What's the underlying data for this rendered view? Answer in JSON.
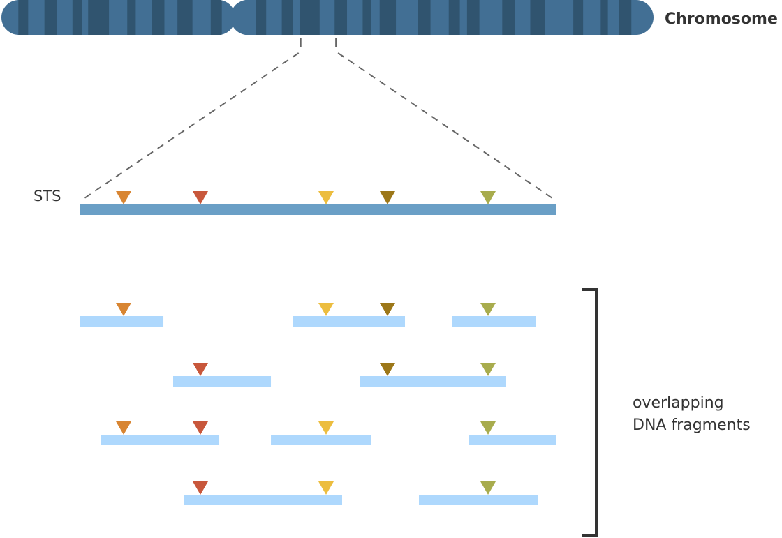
{
  "title": "STS mapping with overlapping DNA fragments",
  "labels": {
    "chromosome": "Chromosome",
    "sts": "STS",
    "fragments_line1": "overlapping",
    "fragments_line2": "DNA fragments"
  },
  "colors": {
    "chromosome_light": "#426f94",
    "chromosome_dark": "#30546f",
    "sts_bar": "#6a9fc6",
    "fragment": "#aed8fd",
    "dashed_line": "#666666",
    "bracket": "#333333",
    "text": "#333333"
  },
  "markers": [
    {
      "id": "m1",
      "name": "orange",
      "color": "#d88532",
      "position": 0.0924
    },
    {
      "id": "m2",
      "name": "red",
      "color": "#c8573b",
      "position": 0.2537
    },
    {
      "id": "m3",
      "name": "yellow",
      "color": "#ecbd3f",
      "position": 0.5176
    },
    {
      "id": "m4",
      "name": "brown",
      "color": "#9c7718",
      "position": 0.6466
    },
    {
      "id": "m5",
      "name": "olive",
      "color": "#a8ac4d",
      "position": 0.8578
    }
  ],
  "chromosome": {
    "centromere_fraction": 0.355,
    "zoom_region": [
      0.459,
      0.513
    ],
    "dark_bands": [
      [
        0.026,
        0.041
      ],
      [
        0.066,
        0.085
      ],
      [
        0.109,
        0.124
      ],
      [
        0.133,
        0.165
      ],
      [
        0.193,
        0.206
      ],
      [
        0.231,
        0.25
      ],
      [
        0.27,
        0.293
      ],
      [
        0.321,
        0.338
      ],
      [
        0.39,
        0.406
      ],
      [
        0.43,
        0.447
      ],
      [
        0.458,
        0.488
      ],
      [
        0.511,
        0.53
      ],
      [
        0.554,
        0.567
      ],
      [
        0.58,
        0.605
      ],
      [
        0.639,
        0.658
      ],
      [
        0.686,
        0.703
      ],
      [
        0.714,
        0.733
      ],
      [
        0.768,
        0.787
      ],
      [
        0.811,
        0.834
      ],
      [
        0.877,
        0.892
      ],
      [
        0.919,
        0.93
      ],
      [
        0.947,
        0.966
      ]
    ]
  },
  "fragments": [
    {
      "row": 1,
      "start": 0.0,
      "end": 0.176,
      "markers": [
        "m1"
      ]
    },
    {
      "row": 1,
      "start": 0.4487,
      "end": 0.6833,
      "markers": [
        "m3",
        "m4"
      ]
    },
    {
      "row": 1,
      "start": 0.783,
      "end": 0.9589,
      "markers": [
        "m5"
      ]
    },
    {
      "row": 2,
      "start": 0.1965,
      "end": 0.4018,
      "markers": [
        "m2"
      ]
    },
    {
      "row": 2,
      "start": 0.5894,
      "end": 0.8944,
      "markers": [
        "m4",
        "m5"
      ]
    },
    {
      "row": 3,
      "start": 0.044,
      "end": 0.2933,
      "markers": [
        "m1",
        "m2"
      ]
    },
    {
      "row": 3,
      "start": 0.4018,
      "end": 0.6129,
      "markers": [
        "m3"
      ]
    },
    {
      "row": 3,
      "start": 0.8182,
      "end": 1.0,
      "markers": [
        "m5"
      ]
    },
    {
      "row": 4,
      "start": 0.2199,
      "end": 0.5513,
      "markers": [
        "m2",
        "m3"
      ]
    },
    {
      "row": 4,
      "start": 0.7126,
      "end": 0.9619,
      "markers": [
        "m5"
      ]
    }
  ]
}
